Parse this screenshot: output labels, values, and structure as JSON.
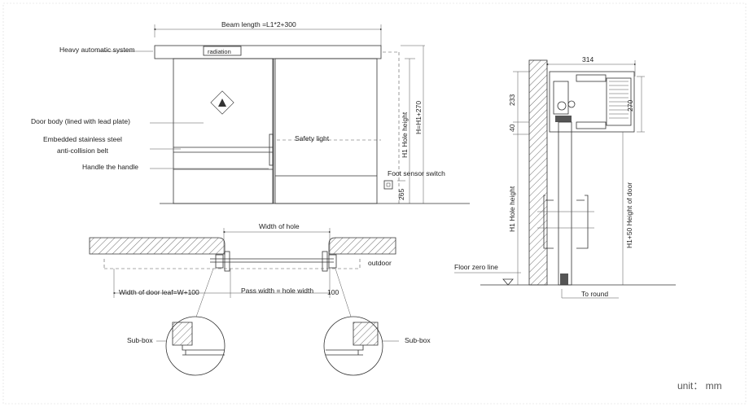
{
  "front_view": {
    "beam_length": "Beam length  =L1*2+300",
    "heavy_system": "Heavy automatic system",
    "radiation": "radiation",
    "door_body": "Door body (lined with lead plate)",
    "stainless_steel_1": "Embedded stainless steel",
    "stainless_steel_2": "anti-collision belt",
    "handle": "Handle the handle",
    "safety_light": "Safety light",
    "foot_sensor": "Foot sensor switch",
    "dim_265": "265",
    "dim_h1_hole": "H1 Hole height",
    "dim_h_total": "H=H1+270"
  },
  "plan_view": {
    "width_of_hole": "Width of hole",
    "outdoor": "outdoor",
    "width_leaf": "Width of door leaf=W+100",
    "pass_width": "Pass width = hole width",
    "dim_100": "100",
    "sub_box_left": "Sub-box",
    "sub_box_right": "Sub-box"
  },
  "side_view": {
    "dim_314": "314",
    "dim_233": "233",
    "dim_40": "40",
    "dim_270": "270",
    "h1_hole": "H1 Hole height",
    "h1_door": "H1+50 Height of door",
    "floor_zero": "Floor zero line",
    "to_round": "To round"
  },
  "unit_label": "unit： mm"
}
